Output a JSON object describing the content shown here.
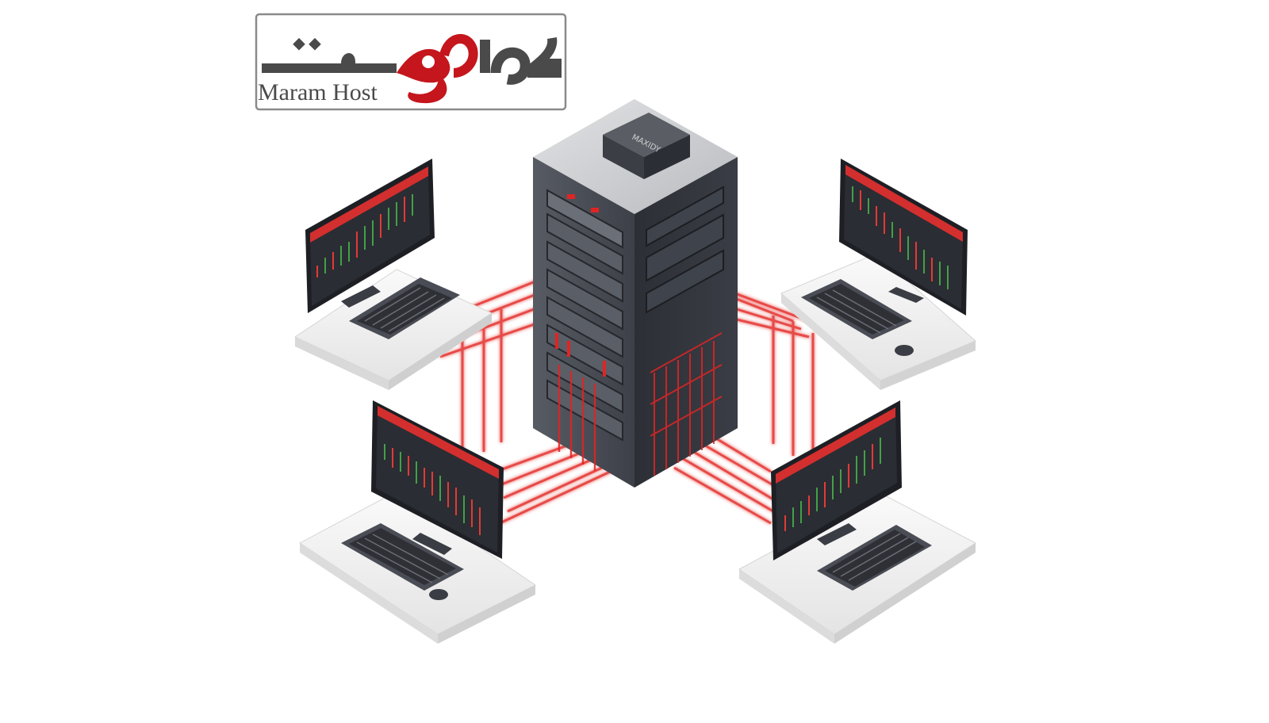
{
  "logo": {
    "latin_text": "Maram Host",
    "persian_text": "مراهوست",
    "colors": {
      "frame": "#8a8a8a",
      "dark_letters": "#4a4a4a",
      "red_letters": "#c4161c"
    }
  },
  "server": {
    "top_unit_label": "MAXIDY",
    "colors": {
      "body_side": "#2e3138",
      "body_front": "#494d56",
      "top": "#c9cbce",
      "accent": "#e02424"
    }
  },
  "workstations": [
    {
      "id": "top-left",
      "screen": "candlestick-chart",
      "peripherals": [
        "monitor",
        "keyboard"
      ]
    },
    {
      "id": "top-right",
      "screen": "candlestick-chart",
      "peripherals": [
        "monitor",
        "keyboard",
        "mouse"
      ]
    },
    {
      "id": "bottom-left",
      "screen": "candlestick-chart",
      "peripherals": [
        "monitor",
        "keyboard",
        "mouse"
      ]
    },
    {
      "id": "bottom-right",
      "screen": "candlestick-chart",
      "peripherals": [
        "monitor",
        "keyboard"
      ]
    }
  ],
  "connections": {
    "color": "#e53935",
    "style": "glowing-lines"
  }
}
